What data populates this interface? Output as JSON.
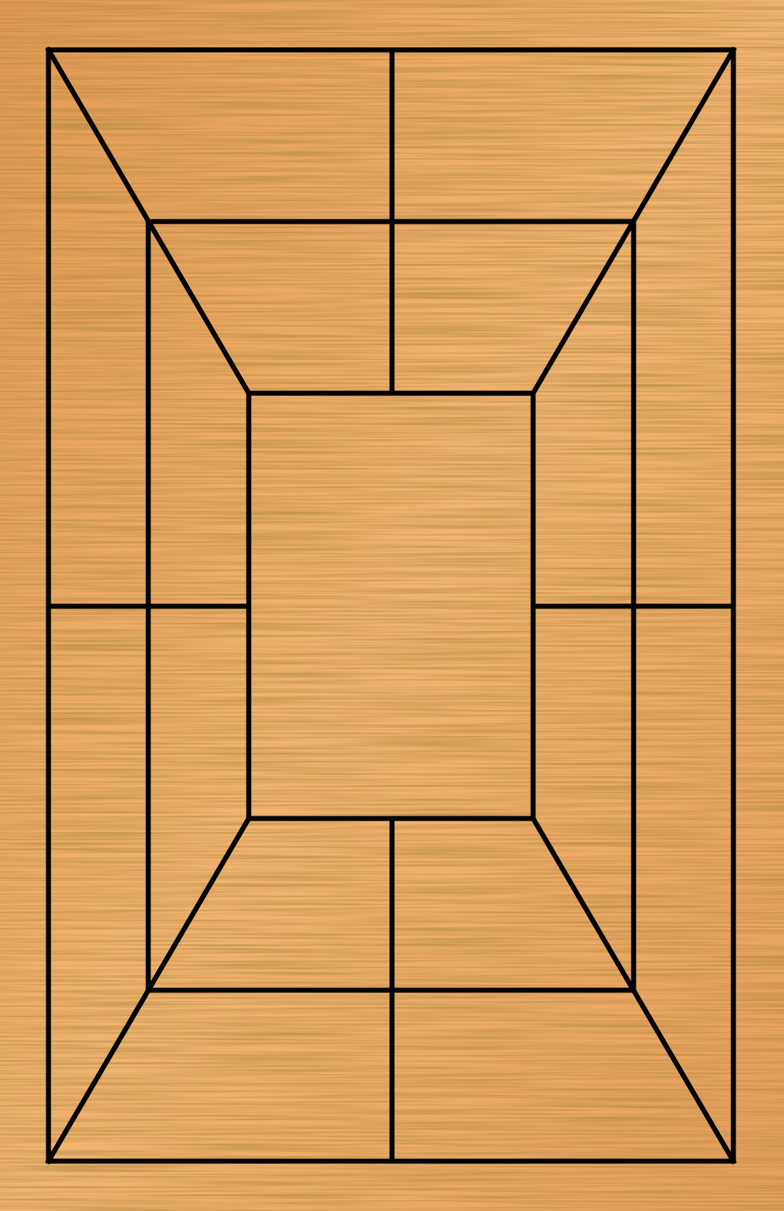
{
  "game": {
    "type": "nine-mens-morris-style board",
    "rings": 3,
    "board_background": "wood-grain",
    "colors": {
      "wood_base": "#e8a662",
      "wood_light": "#f4be7e",
      "wood_dark": "#b56e2c",
      "line": "#000000"
    }
  }
}
